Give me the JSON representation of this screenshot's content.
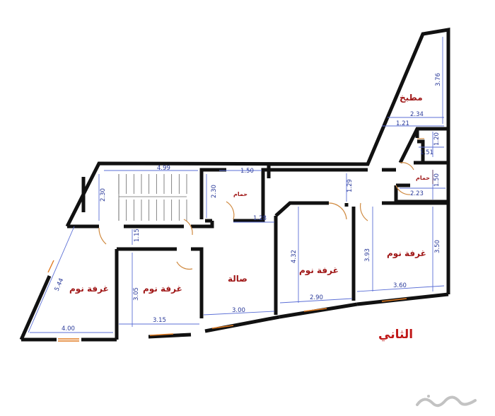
{
  "floor_label": "الثاني",
  "rooms": {
    "kitchen": "مطبخ",
    "bedroom_left": "غرفة نوم",
    "bedroom_mid": "غرفة نوم",
    "hall": "صالة",
    "bedroom_center": "غرفة نوم",
    "bedroom_right": "غرفة نوم",
    "bath_top": "حمام",
    "bath_right": "حمام"
  },
  "dimensions": {
    "stair_width": "4.99",
    "bath_width": "1.50",
    "stair_depth": "2.30",
    "bath_depth": "2.30",
    "left_wall": "5.44",
    "left_bed_width": "4.00",
    "mid_bed_width": "3.15",
    "mid_bed_depth": "3.05",
    "corridor_short": "1.15",
    "hall_width": "3.00",
    "hall_gap": "1.28",
    "center_bed_depth": "4.32",
    "center_bed_width": "2.90",
    "corridor_right": "1.29",
    "right_bed_depth_a": "3.93",
    "right_bed_depth_b": "3.50",
    "right_bed_width": "3.60",
    "bath_right_width": "2.23",
    "bath_right_depth": "1.50",
    "store_width": "1.51",
    "store_depth": "1.20",
    "kitchen_door": "1.21",
    "kitchen_width": "2.34",
    "kitchen_depth": "3.76"
  },
  "colors": {
    "wall": "#111111",
    "dimension": "#2a3a9a",
    "room_label": "#a01818",
    "door": "#d08a40",
    "window": "#e07a20"
  }
}
